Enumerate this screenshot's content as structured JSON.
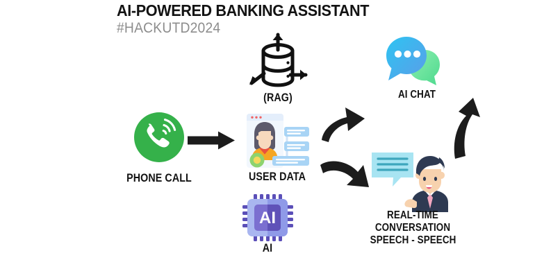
{
  "header": {
    "title": "AI-POWERED BANKING ASSISTANT",
    "hashtag": "#HACKUTD2024"
  },
  "colors": {
    "background": "#ffffff",
    "title_text": "#131313",
    "subtitle_text": "#8d8d8d",
    "arrow": "#1c1c1c",
    "phone_green": "#35b14a",
    "chat_blue": "#35b8f0",
    "chat_green": "#6fe3a0",
    "chip_outer": "#a9b6f0",
    "chip_inner": "#6b5fc4",
    "chip_pin": "#5b4fb8",
    "suit_navy": "#2e3a52",
    "bubble_cyan": "#a8e4f2",
    "card_blue": "#b8dcf5",
    "rag_black": "#111111"
  },
  "nodes": [
    {
      "id": "rag",
      "icon": "database-cylinder-icon",
      "label": "(RAG)",
      "label_font_size": 17
    },
    {
      "id": "phone-call",
      "icon": "phone-call-icon",
      "label": "PHONE CALL",
      "label_font_size": 17
    },
    {
      "id": "user-data",
      "icon": "user-data-card-icon",
      "label": "USER DATA",
      "label_font_size": 17
    },
    {
      "id": "ai-chip",
      "icon": "ai-chip-icon",
      "label": "AI",
      "label_font_size": 17
    },
    {
      "id": "ai-chat",
      "icon": "chat-bubbles-icon",
      "label": "AI CHAT",
      "label_font_size": 16
    },
    {
      "id": "realtime-conversation",
      "icon": "speaking-person-icon",
      "label_lines": [
        "REAL-TIME",
        "CONVERSATION",
        "SPEECH - SPEECH"
      ],
      "label_font_size": 16
    }
  ],
  "chip": {
    "text": "AI"
  },
  "connectors": [
    {
      "id": "phone-to-userdata",
      "icon": "arrow-right-icon",
      "direction": "right",
      "style": "straight"
    },
    {
      "id": "userdata-to-aichat",
      "icon": "curved-arrow-up-right-icon",
      "direction": "up-right",
      "style": "curved"
    },
    {
      "id": "userdata-to-conversation",
      "icon": "curved-arrow-down-right-icon",
      "direction": "down-right",
      "style": "curved"
    },
    {
      "id": "conversation-to-aichat",
      "icon": "curved-arrow-up-icon",
      "direction": "up",
      "style": "curved"
    }
  ]
}
